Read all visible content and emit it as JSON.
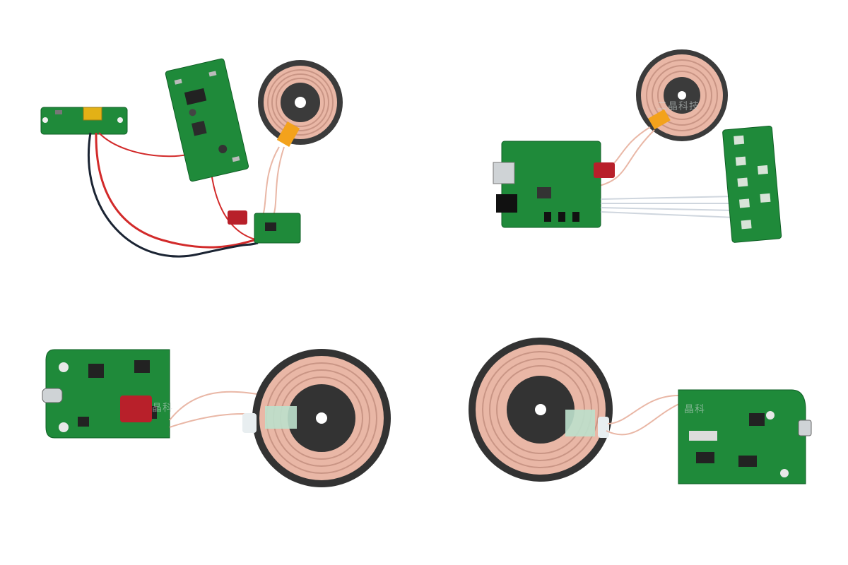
{
  "image": {
    "description_items": [
      "module-top-left",
      "module-top-right",
      "module-bottom-left",
      "module-bottom-right"
    ],
    "watermarks": [
      {
        "text": "二晶科技"
      },
      {
        "text": "晶科"
      },
      {
        "text": "晶科"
      }
    ]
  },
  "colors": {
    "pcb_green": "#1f8a3a",
    "pcb_dark": "#14632a",
    "copper": "#e9b7a6",
    "ferrite": "#3a3a3a",
    "tape": "#f3a21c",
    "red_cap": "#b8202a",
    "wire_red": "#d22a2a",
    "wire_black": "#1b2433"
  }
}
